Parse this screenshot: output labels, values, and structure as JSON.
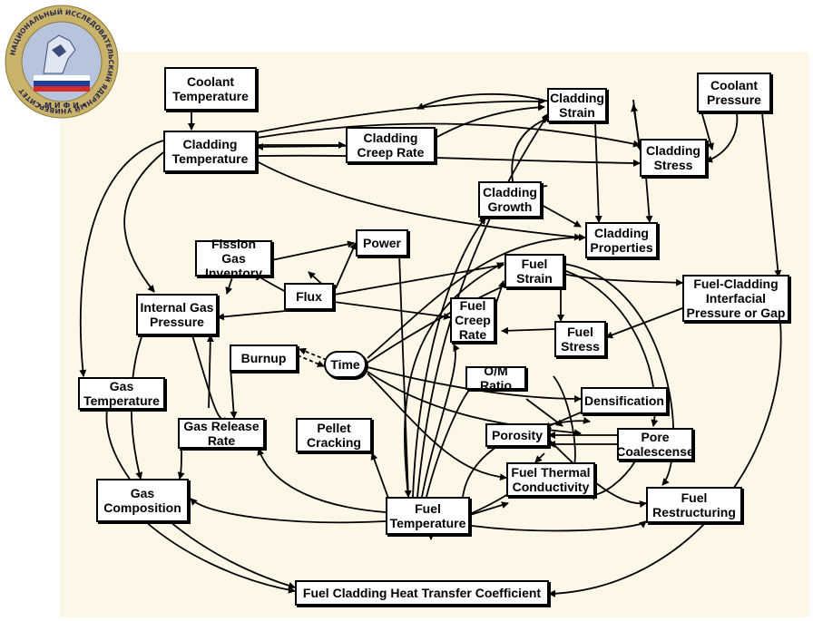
{
  "nodes": {
    "coolant_temperature": "Coolant\nTemperature",
    "cladding_temperature": "Cladding\nTemperature",
    "cladding_creep_rate": "Cladding\nCreep Rate",
    "cladding_strain": "Cladding\nStrain",
    "coolant_pressure": "Coolant\nPressure",
    "cladding_stress": "Cladding\nStress",
    "cladding_growth": "Cladding\nGrowth",
    "cladding_properties": "Cladding\nProperties",
    "power": "Power",
    "fission_gas_inventory": "Fission Gas\nInventory",
    "flux": "Flux",
    "fuel_strain": "Fuel\nStrain",
    "fuel_cladding_interfacial": "Fuel-Cladding\nInterfacial\nPressure or Gap",
    "internal_gas_pressure": "Internal Gas\nPressure",
    "fuel_creep_rate": "Fuel\nCreep\nRate",
    "fuel_stress": "Fuel\nStress",
    "burnup": "Burnup",
    "time": "Time",
    "om_ratio": "O/M Ratio",
    "densification": "Densification",
    "gas_temperature": "Gas\nTemperature",
    "gas_release_rate": "Gas Release\nRate",
    "pellet_cracking": "Pellet\nCracking",
    "porosity": "Porosity",
    "pore_coalescence": "Pore\nCoalescense",
    "fuel_thermal_conductivity": "Fuel Thermal\nConductivity",
    "gas_composition": "Gas\nComposition",
    "fuel_temperature": "Fuel\nTemperature",
    "fuel_restructuring": "Fuel\nRestructuring",
    "fuel_cladding_htc": "Fuel Cladding Heat Transfer Coefficient"
  },
  "logo": {
    "ring_text": "НАЦИОНАЛЬНЫЙ ИССЛЕДОВАТЕЛЬСКИЙ ЯДЕРНЫЙ УНИВЕРСИТЕТ",
    "bottom_text": "• М И Ф И •",
    "colors": {
      "ring": "#c9b36a",
      "inner": "#b7c4dd",
      "flag_white": "#ffffff",
      "flag_blue": "#1c3f9e",
      "flag_red": "#d42a2a"
    }
  },
  "colors": {
    "panel": "#fdf7e8",
    "line": "#000000",
    "box": "#ffffff"
  }
}
